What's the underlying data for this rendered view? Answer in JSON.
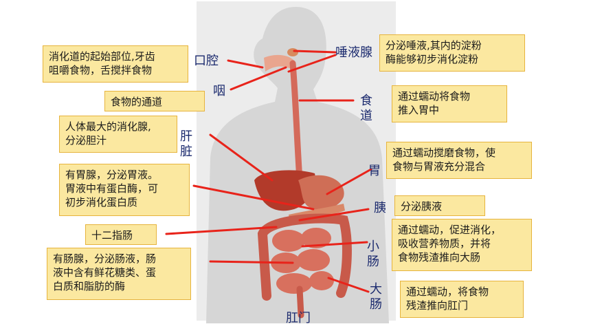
{
  "labels": {
    "mouth": "口腔",
    "pharynx": "咽",
    "salivary": "唾液腺",
    "esophagus": "食\n道",
    "liver": "肝\n脏",
    "stomach": "胃",
    "pancreas": "胰",
    "small_intestine": "小\n肠",
    "large_intestine": "大\n肠",
    "anus": "肛门"
  },
  "notes": {
    "mouth": "消化道的起始部位,牙齿\n咀嚼食物，舌搅拌食物",
    "pharynx": "食物的通道",
    "liver": "人体最大的消化腺,\n分泌胆汁",
    "gastric_gland": "有胃腺，分泌胃液。\n胃液中有蛋白酶，可\n初步消化蛋白质",
    "duodenum": "十二指肠",
    "intestinal_gland": "有肠腺，分泌肠液，肠\n液中含有鲜花糖类、蛋\n白质和脂肪的酶",
    "salivary": "分泌唾液,其内的淀粉\n酶能够初步消化淀粉",
    "esophagus": "通过蠕动将食物\n推入胃中",
    "stomach": "通过蠕动搅磨食物，使\n食物与胃液充分混合",
    "pancreas": "分泌胰液",
    "small_intestine": "通过蠕动，促进消化，\n吸收营养物质，并将\n食物残渣推向大肠",
    "large_intestine": "通过蠕动，将食物\n残渣推向肛门"
  },
  "colors": {
    "line": "#e8231a",
    "box_fill": "#fbe8a0",
    "box_border": "#e6b33c",
    "label": "#1b2a6e"
  }
}
